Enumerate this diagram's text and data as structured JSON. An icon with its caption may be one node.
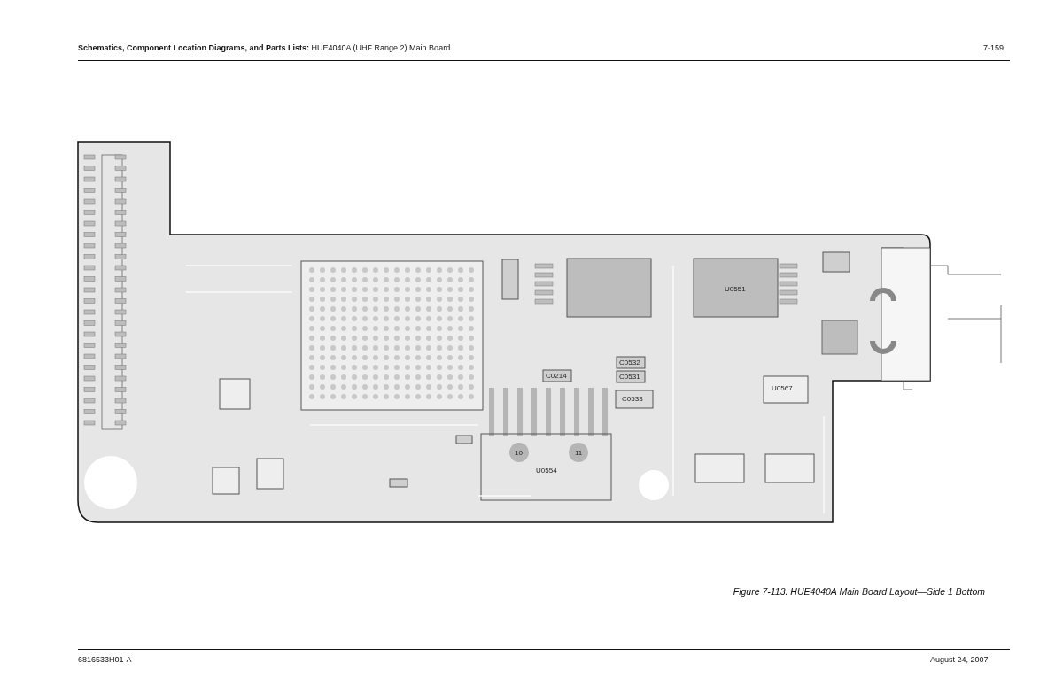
{
  "diagram": {
    "title": "**Schematics, Component Location Diagrams, and Parts Lists:** HUE4040A (UHF Range 2) Main Board",
    "caption": "Figure 7-113. HUE4040A Main Board Layout—Side 1 Bottom",
    "labels": [
      "7-159",
      "U0551",
      "C0532",
      "C0531",
      "C0214",
      "C0533",
      "U0567",
      "10",
      "11",
      "U0554",
      "6816533H01-A",
      "August 24, 2007"
    ]
  }
}
